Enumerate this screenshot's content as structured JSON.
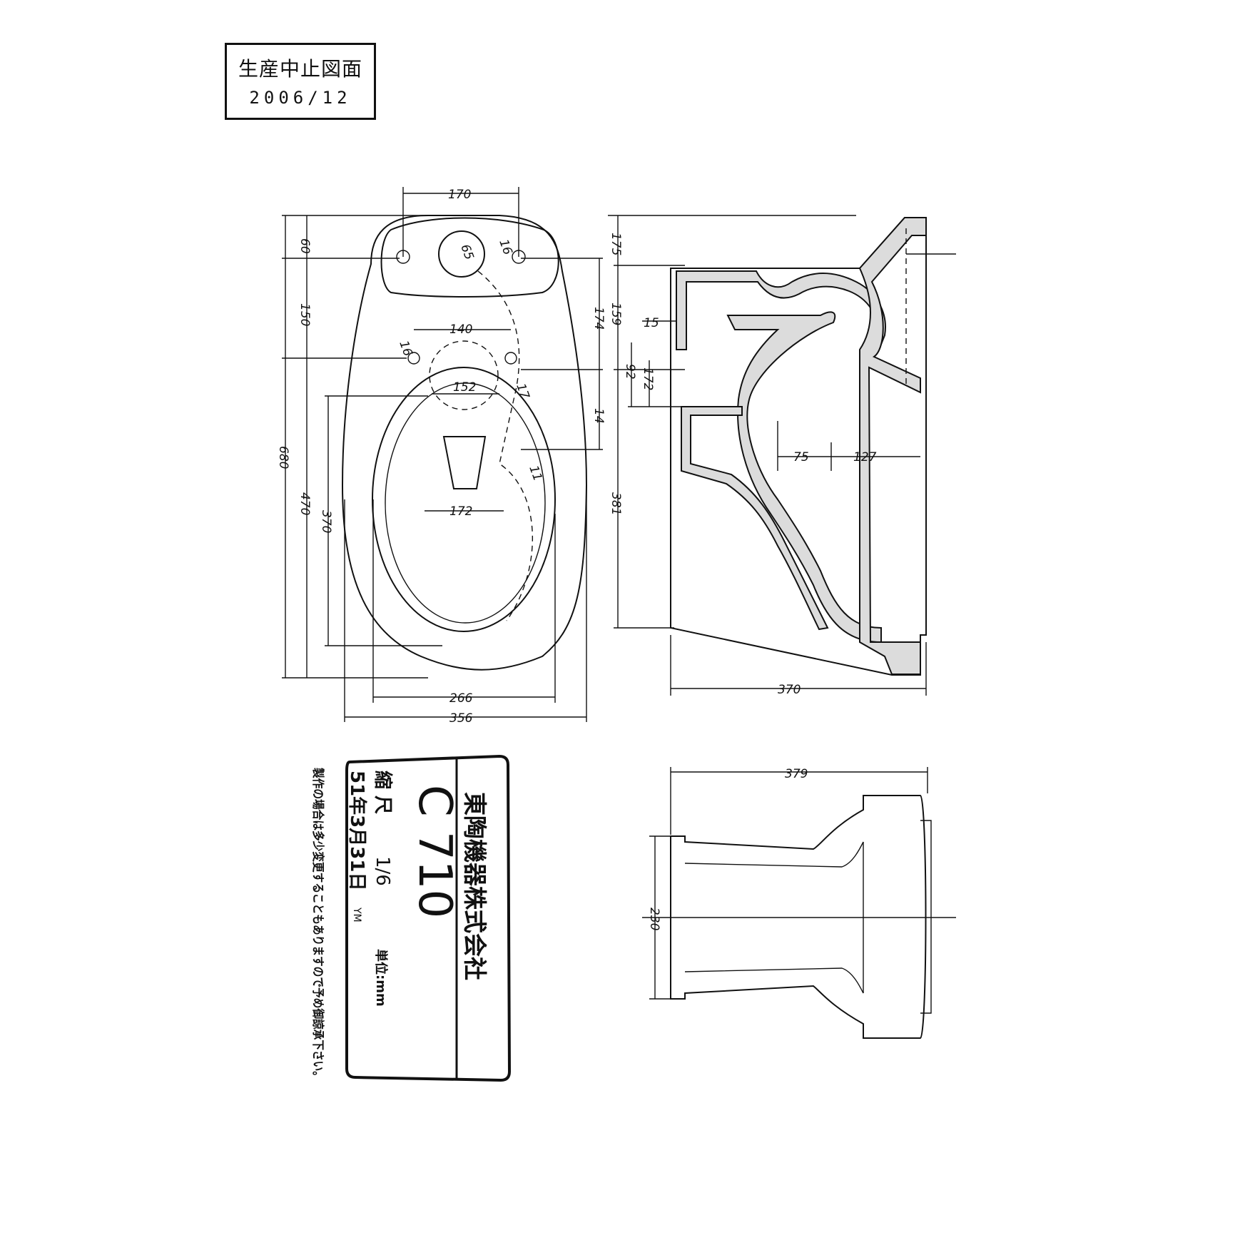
{
  "stamp": {
    "line1": "生産中止図面",
    "line2": "2006/12"
  },
  "plan_view": {
    "dims": {
      "d170": "170",
      "d60": "60",
      "d150": "150",
      "d680": "680",
      "d470": "470",
      "d370": "370",
      "d174": "174",
      "d14": "14",
      "d140": "140",
      "d152": "152",
      "d172": "172",
      "d266": "266",
      "d356": "356",
      "d16a": "16",
      "d16b": "16",
      "d65": "65",
      "d17": "17",
      "d11": "11"
    }
  },
  "side_view": {
    "dims": {
      "d175": "175",
      "d159": "159",
      "d15": "15",
      "d92": "92",
      "d172s": "172",
      "d381": "381",
      "d75": "75",
      "d127": "127",
      "d370": "370"
    }
  },
  "rear_view": {
    "dims": {
      "d379": "379",
      "d230": "230"
    }
  },
  "title_block": {
    "company": "東陶機器株式会社",
    "model": "C 710",
    "scale_label": "縮 尺",
    "scale_value": "1/6",
    "unit": "単位:mm",
    "date": "51年3月31日",
    "initials": "YM",
    "note_line1": "製作の場合は多少変更することもありますので予め御諒承下さい。"
  }
}
